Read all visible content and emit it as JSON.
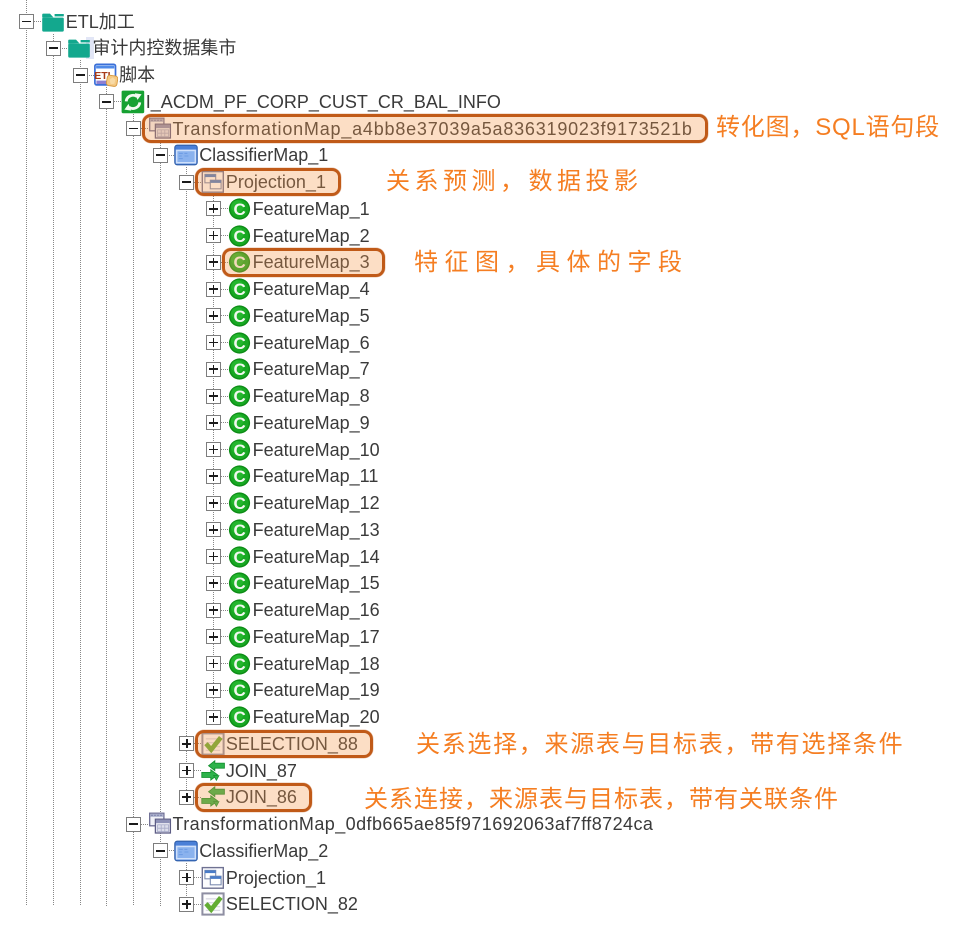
{
  "app": {
    "title": "ETL repository tree with annotated mapping objects",
    "background": "#ffffff"
  },
  "colors": {
    "label_text": "#3a3a3a",
    "annotation_orange": "#f57e22",
    "highlight_border": "#c05a18",
    "highlight_fill": "rgba(246,153,74,0.32)",
    "selection_background": "#e2e6f6",
    "connector_gray": "#878787",
    "folder_teal": "#13a88e",
    "refresh_green": "#16a132",
    "featuremap_green": "#17a822",
    "join_green": "#2db34a",
    "check_green": "#63ad33",
    "window_blue": "#4a80d8",
    "window_slate": "#66668e"
  },
  "tree": {
    "rows": [
      {
        "label": "ETL加工",
        "icon": "folder",
        "level": 0,
        "expander": "minus",
        "selected": false,
        "highlighted": false,
        "annotation": null
      },
      {
        "label": "审计内控数据集市",
        "icon": "folder",
        "level": 1,
        "expander": "minus",
        "selected": true,
        "highlighted": false,
        "annotation": null
      },
      {
        "label": "脚本",
        "icon": "script",
        "level": 2,
        "expander": "minus",
        "selected": false,
        "highlighted": false,
        "annotation": null
      },
      {
        "label": "I_ACDM_PF_CORP_CUST_CR_BAL_INFO",
        "icon": "refresh",
        "level": 3,
        "expander": "minus",
        "selected": false,
        "highlighted": false,
        "annotation": null
      },
      {
        "label": "TransformationMap_a4bb8e37039a5a836319023f9173521b",
        "icon": "tmap",
        "level": 4,
        "expander": "minus",
        "selected": false,
        "highlighted": true,
        "annotation": "转化图，SQL语句段"
      },
      {
        "label": "ClassifierMap_1",
        "icon": "classifier",
        "level": 5,
        "expander": "minus",
        "selected": false,
        "highlighted": false,
        "annotation": null
      },
      {
        "label": "Projection_1",
        "icon": "projection",
        "level": 6,
        "expander": "minus",
        "selected": false,
        "highlighted": true,
        "annotation": "关系预测，数据投影"
      },
      {
        "label": "FeatureMap_1",
        "icon": "featuremap",
        "level": 7,
        "expander": "plus",
        "selected": false,
        "highlighted": false,
        "annotation": null
      },
      {
        "label": "FeatureMap_2",
        "icon": "featuremap",
        "level": 7,
        "expander": "plus",
        "selected": false,
        "highlighted": false,
        "annotation": null
      },
      {
        "label": "FeatureMap_3",
        "icon": "featuremap",
        "level": 7,
        "expander": "plus",
        "selected": false,
        "highlighted": true,
        "annotation": "特征图，具体的字段"
      },
      {
        "label": "FeatureMap_4",
        "icon": "featuremap",
        "level": 7,
        "expander": "plus",
        "selected": false,
        "highlighted": false,
        "annotation": null
      },
      {
        "label": "FeatureMap_5",
        "icon": "featuremap",
        "level": 7,
        "expander": "plus",
        "selected": false,
        "highlighted": false,
        "annotation": null
      },
      {
        "label": "FeatureMap_6",
        "icon": "featuremap",
        "level": 7,
        "expander": "plus",
        "selected": false,
        "highlighted": false,
        "annotation": null
      },
      {
        "label": "FeatureMap_7",
        "icon": "featuremap",
        "level": 7,
        "expander": "plus",
        "selected": false,
        "highlighted": false,
        "annotation": null
      },
      {
        "label": "FeatureMap_8",
        "icon": "featuremap",
        "level": 7,
        "expander": "plus",
        "selected": false,
        "highlighted": false,
        "annotation": null
      },
      {
        "label": "FeatureMap_9",
        "icon": "featuremap",
        "level": 7,
        "expander": "plus",
        "selected": false,
        "highlighted": false,
        "annotation": null
      },
      {
        "label": "FeatureMap_10",
        "icon": "featuremap",
        "level": 7,
        "expander": "plus",
        "selected": false,
        "highlighted": false,
        "annotation": null
      },
      {
        "label": "FeatureMap_11",
        "icon": "featuremap",
        "level": 7,
        "expander": "plus",
        "selected": false,
        "highlighted": false,
        "annotation": null
      },
      {
        "label": "FeatureMap_12",
        "icon": "featuremap",
        "level": 7,
        "expander": "plus",
        "selected": false,
        "highlighted": false,
        "annotation": null
      },
      {
        "label": "FeatureMap_13",
        "icon": "featuremap",
        "level": 7,
        "expander": "plus",
        "selected": false,
        "highlighted": false,
        "annotation": null
      },
      {
        "label": "FeatureMap_14",
        "icon": "featuremap",
        "level": 7,
        "expander": "plus",
        "selected": false,
        "highlighted": false,
        "annotation": null
      },
      {
        "label": "FeatureMap_15",
        "icon": "featuremap",
        "level": 7,
        "expander": "plus",
        "selected": false,
        "highlighted": false,
        "annotation": null
      },
      {
        "label": "FeatureMap_16",
        "icon": "featuremap",
        "level": 7,
        "expander": "plus",
        "selected": false,
        "highlighted": false,
        "annotation": null
      },
      {
        "label": "FeatureMap_17",
        "icon": "featuremap",
        "level": 7,
        "expander": "plus",
        "selected": false,
        "highlighted": false,
        "annotation": null
      },
      {
        "label": "FeatureMap_18",
        "icon": "featuremap",
        "level": 7,
        "expander": "plus",
        "selected": false,
        "highlighted": false,
        "annotation": null
      },
      {
        "label": "FeatureMap_19",
        "icon": "featuremap",
        "level": 7,
        "expander": "plus",
        "selected": false,
        "highlighted": false,
        "annotation": null
      },
      {
        "label": "FeatureMap_20",
        "icon": "featuremap",
        "level": 7,
        "expander": "plus",
        "selected": false,
        "highlighted": false,
        "annotation": null
      },
      {
        "label": "SELECTION_88",
        "icon": "selection",
        "level": 6,
        "expander": "plus",
        "selected": false,
        "highlighted": true,
        "annotation": "关系选择，来源表与目标表，带有选择条件"
      },
      {
        "label": "JOIN_87",
        "icon": "join",
        "level": 6,
        "expander": "plus",
        "selected": false,
        "highlighted": false,
        "annotation": null
      },
      {
        "label": "JOIN_86",
        "icon": "join",
        "level": 6,
        "expander": "plus",
        "selected": false,
        "highlighted": true,
        "annotation": "关系连接，来源表与目标表，带有关联条件"
      },
      {
        "label": "TransformationMap_0dfb665ae85f971692063af7ff8724ca",
        "icon": "tmap",
        "level": 4,
        "expander": "minus",
        "selected": false,
        "highlighted": false,
        "annotation": null
      },
      {
        "label": "ClassifierMap_2",
        "icon": "classifier",
        "level": 5,
        "expander": "minus",
        "selected": false,
        "highlighted": false,
        "annotation": null
      },
      {
        "label": "Projection_1",
        "icon": "projection",
        "level": 6,
        "expander": "plus",
        "selected": false,
        "highlighted": false,
        "annotation": null
      },
      {
        "label": "SELECTION_82",
        "icon": "selection",
        "level": 6,
        "expander": "plus",
        "selected": false,
        "highlighted": false,
        "annotation": null
      }
    ]
  }
}
